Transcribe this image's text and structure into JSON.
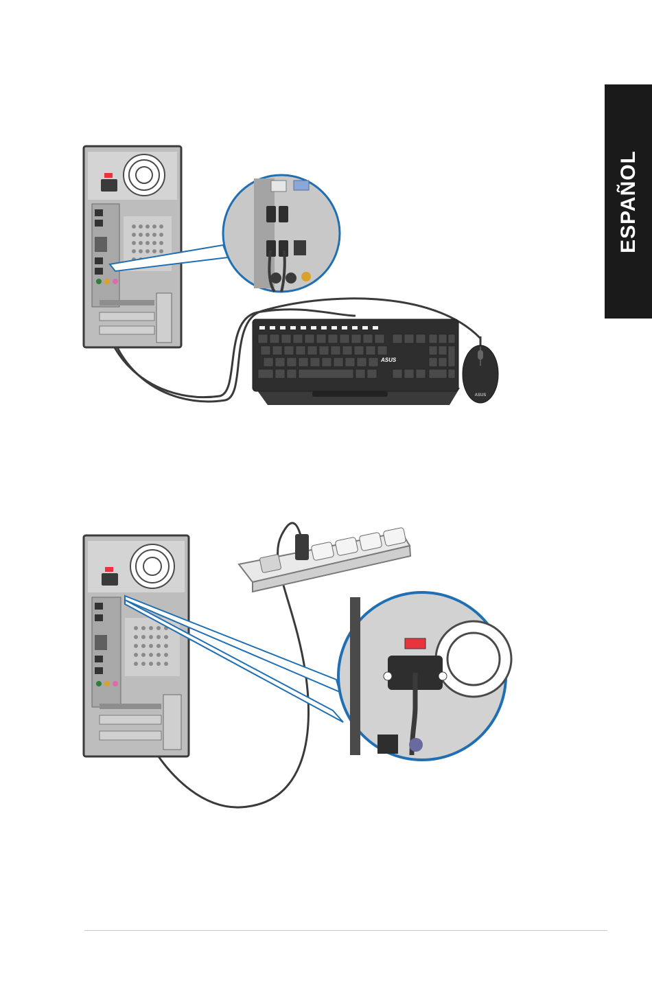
{
  "side_tab": {
    "language": "ESPAÑOL"
  },
  "colors": {
    "tab_background": "#1a1a1a",
    "callout_blue": "#1f6fb2",
    "chassis_gray": "#bdbdbd",
    "power_switch_red": "#e8343a"
  },
  "icons": {
    "figure1": [
      "desktop-rear-panel",
      "usb-ports",
      "keyboard",
      "mouse",
      "cable"
    ],
    "figure2": [
      "desktop-rear-panel",
      "power-socket",
      "power-strip",
      "power-cord"
    ]
  },
  "illustration_text": {
    "keyboard_brand": "ASUS",
    "mouse_brand": "ASUS"
  }
}
